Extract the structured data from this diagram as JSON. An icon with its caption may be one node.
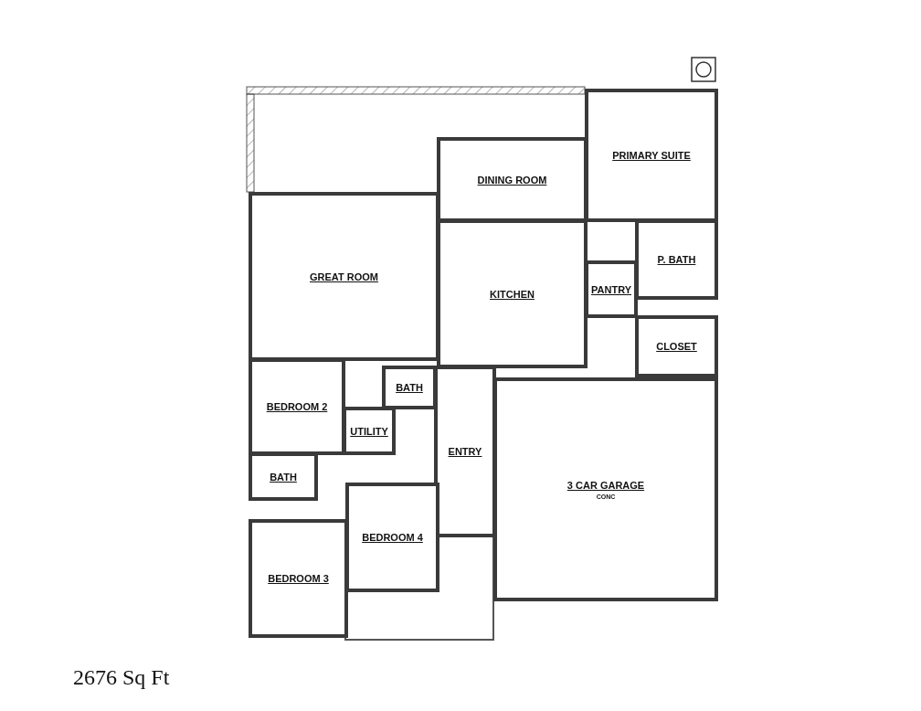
{
  "diagram": {
    "caption": "2676 Sq Ft",
    "nodes": [
      {
        "text": [
          "PRIMARY SUITE"
        ]
      },
      {
        "text": [
          "DINING ROOM"
        ]
      },
      {
        "text": [
          "GREAT ROOM"
        ]
      },
      {
        "text": [
          "KITCHEN"
        ]
      },
      {
        "text": [
          "P. BATH"
        ]
      },
      {
        "text": [
          "PANTRY"
        ]
      },
      {
        "text": [
          "CLOSET"
        ]
      },
      {
        "text": [
          "BEDROOM 2"
        ]
      },
      {
        "text": [
          "BATH"
        ]
      },
      {
        "text": [
          "UTILITY"
        ]
      },
      {
        "text": [
          "ENTRY"
        ]
      },
      {
        "text": [
          "3 CAR GARAGE",
          "CONC"
        ]
      },
      {
        "text": [
          "BATH"
        ]
      },
      {
        "text": [
          "BEDROOM 4"
        ]
      },
      {
        "text": [
          "BEDROOM 3"
        ]
      }
    ]
  }
}
